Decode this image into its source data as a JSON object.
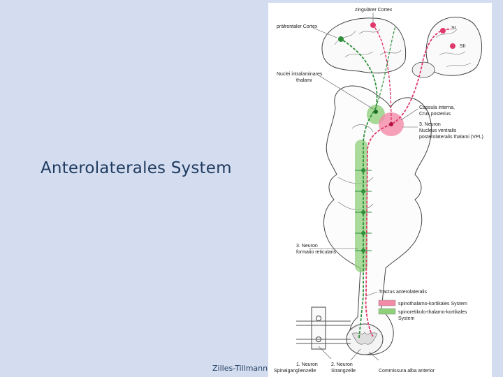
{
  "slide": {
    "title": "Anterolaterales System",
    "credit": "Zilles-Tillmann"
  },
  "figure": {
    "labels": {
      "cingulate_cortex": "zingulärer Cortex",
      "prefrontal_cortex": "präfrontaler Cortex",
      "s1": "SI",
      "s2": "SII",
      "intralaminar_nuclei": "Nuclei intralaminares",
      "intralaminar_nuclei_2": "thalami",
      "internal_capsule": "Capsula interna,",
      "internal_capsule_2": "Crus posterius",
      "third_neuron_vpl": "3. Neuron",
      "third_neuron_vpl_2": "Nucleus ventralis",
      "third_neuron_vpl_3": "posterolateralis thalami (VPL)",
      "third_neuron_reticular": "3. Neuron",
      "third_neuron_reticular_2": "formatio reticularis",
      "anterolateral_tract": "Tractus anterolateralis",
      "legend_spinothalamic": "spinothalamo-kortikales System",
      "legend_spinoreticular": "spinoretikulo-thalamo-kortikales",
      "legend_spinoreticular_2": "System",
      "first_neuron": "1. Neuron",
      "first_neuron_2": "Spinalganglienzelle",
      "second_neuron": "2. Neuron",
      "second_neuron_2": "Strangzelle",
      "commissure": "Commissura alba anterior"
    },
    "colors": {
      "pink_pathway": "#e0386a",
      "green_pathway": "#2f8f3a",
      "pink_fill": "#f28aa8",
      "green_fill": "#8fd07a"
    }
  }
}
